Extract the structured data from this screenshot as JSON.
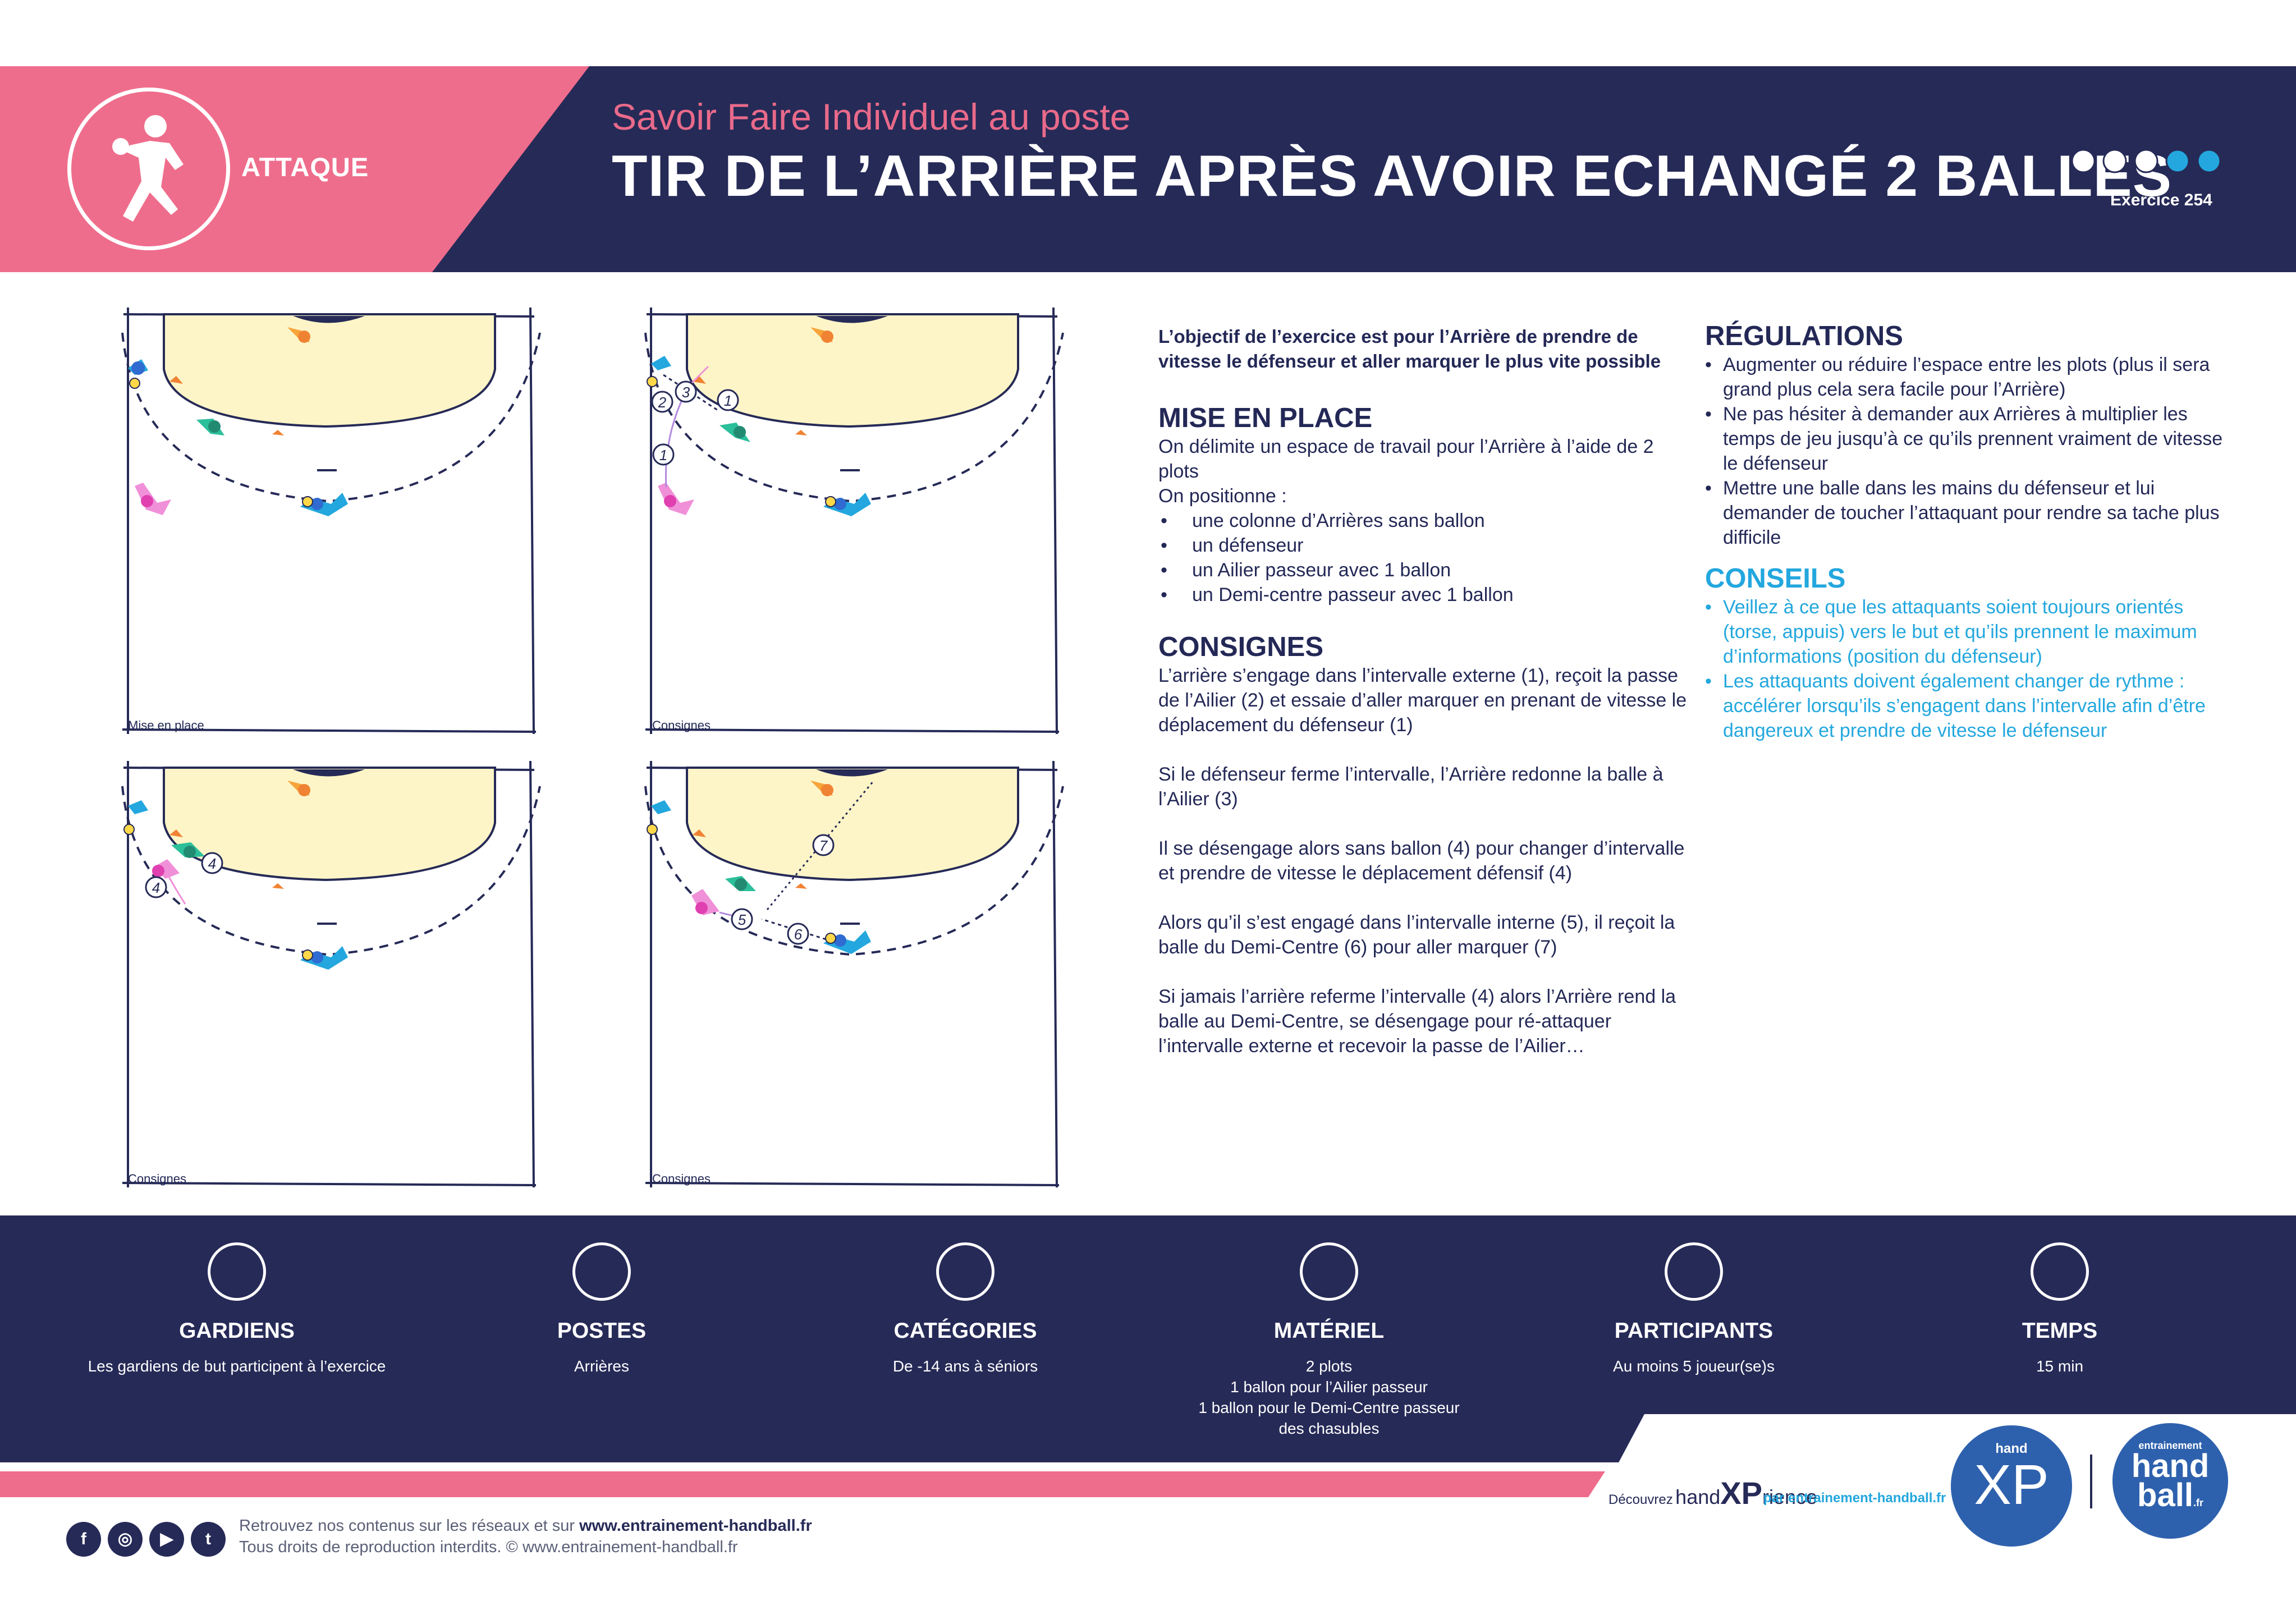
{
  "header": {
    "category": "ATTAQUE",
    "subtitle": "Savoir Faire Individuel au poste",
    "title": "TIR DE L’ARRIÈRE APRÈS AVOIR ECHANGÉ 2 BALLES",
    "exercise": "Exercice  254",
    "difficulty": 3,
    "difficulty_max": 5
  },
  "diagrams": [
    {
      "label": "Mise en place"
    },
    {
      "label": "Consignes"
    },
    {
      "label": "Consignes"
    },
    {
      "label": "Consignes"
    }
  ],
  "content": {
    "intro": "L’objectif de l’exercice est pour l’Arrière de prendre de vitesse le défenseur et aller marquer le plus vite possible",
    "mise_en_place": {
      "heading": "MISE EN PLACE",
      "text1": "On délimite un espace de travail pour l’Arrière à l’aide de 2 plots",
      "text2": "On positionne :",
      "items": [
        "une colonne d’Arrières sans ballon",
        "un défenseur",
        "un Ailier passeur avec 1 ballon",
        "un Demi-centre passeur avec 1 ballon"
      ]
    },
    "consignes": {
      "heading": "CONSIGNES",
      "paragraphs": [
        "L’arrière s’engage dans l’intervalle externe (1), reçoit la passe de l’Ailier (2) et essaie d’aller marquer en prenant de vitesse le déplacement du défenseur (1)",
        "Si le défenseur ferme l’intervalle, l’Arrière redonne la balle à l’Ailier (3)",
        "Il se désengage alors sans ballon (4) pour changer d’intervalle et prendre de vitesse le déplacement défensif (4)",
        "Alors qu’il s’est engagé dans l’intervalle interne (5), il reçoit la balle du Demi-Centre (6) pour aller marquer (7)",
        "Si jamais l’arrière referme l’intervalle (4) alors l’Arrière rend la balle au Demi-Centre, se désengage pour ré-attaquer l’intervalle externe et recevoir la passe de l’Ailier…"
      ]
    },
    "regulations": {
      "heading": "RÉGULATIONS",
      "items": [
        "Augmenter ou réduire l’espace entre les plots (plus il sera grand plus cela sera facile pour l’Arrière)",
        "Ne pas hésiter à demander aux Arrières à multiplier les temps de jeu jusqu’à ce qu’ils prennent vraiment de vitesse le défenseur",
        "Mettre une balle dans les mains du défenseur et lui demander de toucher l’attaquant pour rendre sa tache plus difficile"
      ]
    },
    "conseils": {
      "heading": "CONSEILS",
      "items": [
        "Veillez à ce que les attaquants soient toujours orientés (torse, appuis) vers le but et qu’ils prennent le maximum d’informations (position du défenseur)",
        "Les attaquants doivent également changer de rythme : accélérer lorsqu’ils s’engagent dans l’intervalle afin d’être dangereux et prendre de vitesse le défenseur"
      ]
    }
  },
  "stats": [
    {
      "label": "GARDIENS",
      "value": "Les gardiens de but participent à l’exercice"
    },
    {
      "label": "POSTES",
      "value": "Arrières"
    },
    {
      "label": "CATÉGORIES",
      "value": "De -14 ans à séniors"
    },
    {
      "label": "MATÉRIEL",
      "value": "2 plots\n1 ballon pour l’Ailier passeur\n1 ballon pour le Demi-Centre passeur\ndes chasubles"
    },
    {
      "label": "PARTICIPANTS",
      "value": "Au moins 5 joueur(se)s"
    },
    {
      "label": "TEMPS",
      "value": "15 min"
    }
  ],
  "footer": {
    "line1_prefix": "Retrouvez nos contenus sur les réseaux et sur ",
    "line1_link": "www.entrainement-handball.fr",
    "line2": "Tous droits de reproduction interdits. © www.entrainement-handball.fr",
    "social": [
      "f",
      "◎",
      "▶",
      "t"
    ],
    "decouvrez": "Découvrez",
    "brand_a": "hand",
    "brand_b": "XP",
    "brand_c": "rience",
    "brand_par": "par entrainement-handball.fr",
    "xp_small": "hand",
    "xp_big": "XP",
    "eh_small": "entrainement",
    "eh_big1": "hand",
    "eh_big2": "ball",
    "eh_fr": ".fr"
  },
  "colors": {
    "navy": "#262a57",
    "pink": "#ef6d8c",
    "title_pink": "#e96a8a",
    "blue": "#23a7de",
    "area": "#fdf5c7"
  }
}
